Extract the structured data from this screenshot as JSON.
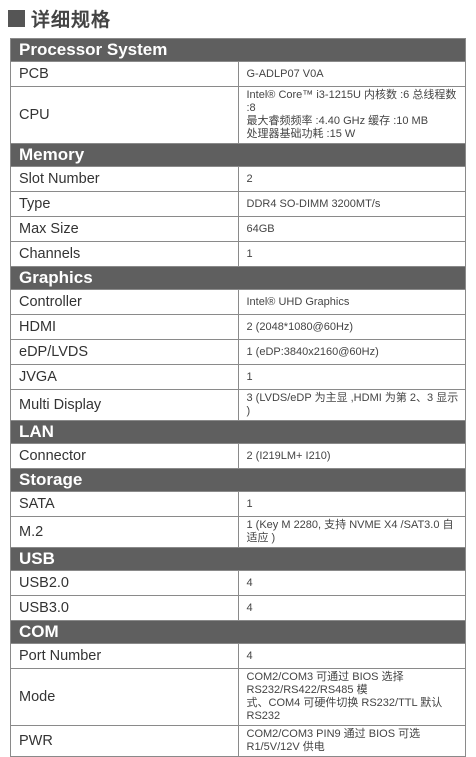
{
  "title": "详细规格",
  "sections": [
    {
      "name": "Processor System",
      "rows": [
        {
          "label": "PCB",
          "value": [
            "G-ADLP07   V0A"
          ]
        },
        {
          "label": "CPU",
          "value": [
            "Intel® Core™ i3-1215U    内核数 :6    总线程数 :8",
            "最大睿频频率 :4.40 GHz    缓存 :10 MB",
            "处理器基础功耗 :15 W"
          ]
        }
      ]
    },
    {
      "name": "Memory",
      "rows": [
        {
          "label": "Slot Number",
          "value": [
            "2"
          ]
        },
        {
          "label": "Type",
          "value": [
            "DDR4  SO-DIMM 3200MT/s"
          ]
        },
        {
          "label": "Max Size",
          "value": [
            "64GB"
          ]
        },
        {
          "label": "Channels",
          "value": [
            "1"
          ]
        }
      ]
    },
    {
      "name": "Graphics",
      "rows": [
        {
          "label": "Controller",
          "value": [
            "Intel® UHD Graphics"
          ]
        },
        {
          "label": "HDMI",
          "value": [
            "2 (2048*1080@60Hz)"
          ]
        },
        {
          "label": "eDP/LVDS",
          "value": [
            "1 (eDP:3840x2160@60Hz)"
          ]
        },
        {
          "label": "JVGA",
          "value": [
            "1"
          ]
        },
        {
          "label": "Multi Display",
          "value": [
            "3 (LVDS/eDP 为主显 ,HDMI 为第 2、3 显示 )"
          ]
        }
      ]
    },
    {
      "name": "LAN",
      "rows": [
        {
          "label": "Connector",
          "value": [
            "2 (I219LM+ I210)"
          ]
        }
      ]
    },
    {
      "name": "Storage",
      "rows": [
        {
          "label": "SATA",
          "value": [
            "1"
          ]
        },
        {
          "label": "M.2",
          "value": [
            "1 (Key M 2280, 支持 NVME X4 /SAT3.0 自适应 )"
          ]
        }
      ]
    },
    {
      "name": "USB",
      "rows": [
        {
          "label": "USB2.0",
          "value": [
            "4"
          ]
        },
        {
          "label": "USB3.0",
          "value": [
            "4"
          ]
        }
      ]
    },
    {
      "name": "COM",
      "rows": [
        {
          "label": "Port Number",
          "value": [
            "4"
          ]
        },
        {
          "label": "Mode",
          "value": [
            "COM2/COM3 可通过 BIOS 选择 RS232/RS422/RS485 模",
            "式、COM4 可硬件切换 RS232/TTL 默认 RS232"
          ]
        },
        {
          "label": "PWR",
          "value": [
            "COM2/COM3 PIN9 通过 BIOS 可选 R1/5V/12V 供电"
          ]
        }
      ]
    }
  ]
}
